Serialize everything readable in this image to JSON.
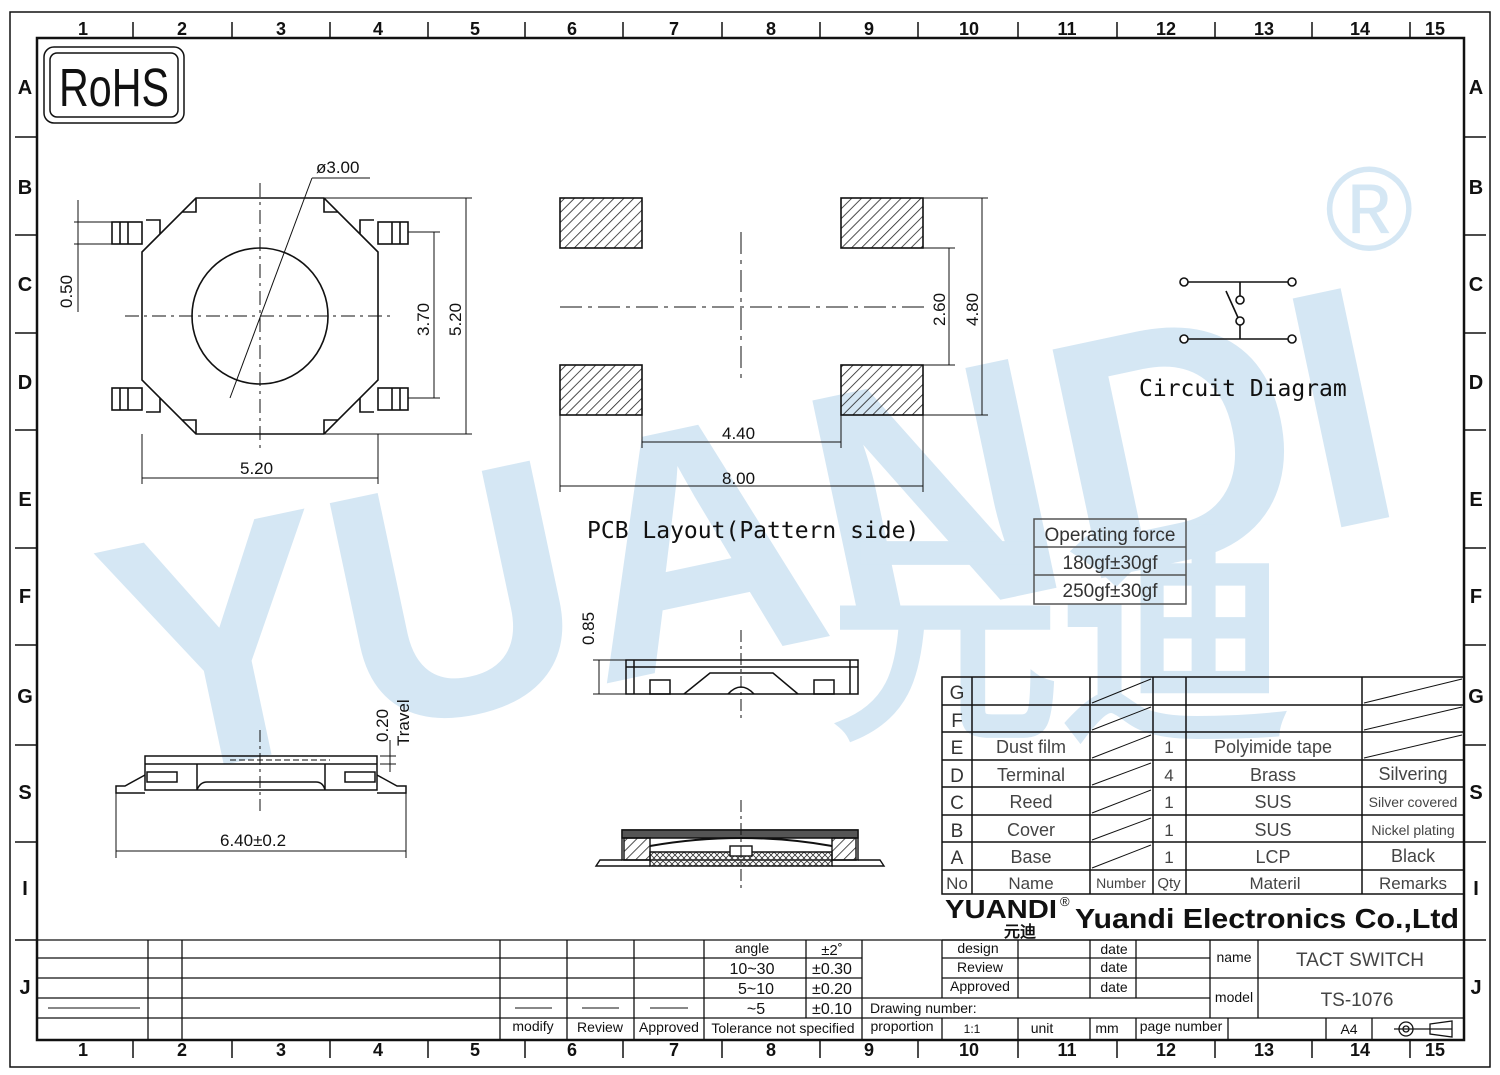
{
  "frame": {
    "columns": [
      "1",
      "2",
      "3",
      "4",
      "5",
      "6",
      "7",
      "8",
      "9",
      "10",
      "11",
      "12",
      "13",
      "14",
      "15"
    ],
    "rows": [
      "A",
      "B",
      "C",
      "D",
      "E",
      "F",
      "G",
      "S",
      "I",
      "J"
    ]
  },
  "rohs": "RoHS",
  "watermark": {
    "text": "YUANDI",
    "chinese": "元迪",
    "registered": "®"
  },
  "top_view": {
    "dia": "ø3.00",
    "pin_pitch": "0.50",
    "height_inner": "3.70",
    "height_outer": "5.20",
    "width": "5.20"
  },
  "pcb": {
    "inner_height": "2.60",
    "outer_height": "4.80",
    "inner_width": "4.40",
    "outer_width": "8.00",
    "caption": "PCB  Layout(Pattern  side)"
  },
  "circuit": {
    "caption": "Circuit  Diagram"
  },
  "force_table": {
    "header": "Operating force",
    "rows": [
      "180gf±30gf",
      "250gf±30gf"
    ]
  },
  "side_view": {
    "thickness": "0.85"
  },
  "travel_view": {
    "travel": "0.20",
    "travel_label": "Travel",
    "length": "6.40±0.2"
  },
  "bom": {
    "rows": [
      {
        "no": "G",
        "name": "",
        "number": "",
        "qty": "",
        "material": "",
        "remarks": ""
      },
      {
        "no": "F",
        "name": "",
        "number": "",
        "qty": "",
        "material": "",
        "remarks": ""
      },
      {
        "no": "E",
        "name": "Dust film",
        "number": "",
        "qty": "1",
        "material": "Polyimide tape",
        "remarks": ""
      },
      {
        "no": "D",
        "name": "Terminal",
        "number": "",
        "qty": "4",
        "material": "Brass",
        "remarks": "Silvering"
      },
      {
        "no": "C",
        "name": "Reed",
        "number": "",
        "qty": "1",
        "material": "SUS",
        "remarks": "Silver covered"
      },
      {
        "no": "B",
        "name": "Cover",
        "number": "",
        "qty": "1",
        "material": "SUS",
        "remarks": "Nickel plating"
      },
      {
        "no": "A",
        "name": "Base",
        "number": "",
        "qty": "1",
        "material": "LCP",
        "remarks": "Black"
      }
    ],
    "header": {
      "no": "No",
      "name": "Name",
      "number": "Number",
      "qty": "Qty",
      "material": "Materil",
      "remarks": "Remarks"
    }
  },
  "company": {
    "logo": "YUANDI",
    "logo_cn": "元迪",
    "reg": "®",
    "name": "Yuandi Electronics Co.,Ltd"
  },
  "tolerance": {
    "rows": [
      {
        "range": "angle",
        "tol": "±2˚"
      },
      {
        "range": "10~30",
        "tol": "±0.30"
      },
      {
        "range": "5~10",
        "tol": "±0.20"
      },
      {
        "range": "~5",
        "tol": "±0.10"
      }
    ],
    "label": "Tolerance not specified"
  },
  "revision": {
    "modify": "modify",
    "review": "Review",
    "approved": "Approved"
  },
  "sign": {
    "design": "design",
    "review": "Review",
    "approved": "Approved",
    "date": "date",
    "drawing_number": "Drawing number:",
    "proportion": "proportion",
    "scale": "1:1",
    "unit": "unit",
    "unit_value": "mm",
    "page_number": "page number",
    "sheet_size": "A4"
  },
  "title_block": {
    "name_label": "name",
    "name_value": "TACT SWITCH",
    "model_label": "model",
    "model_value": "TS-1076"
  },
  "colors": {
    "line": "#111111",
    "watermark": "#b3d4ec",
    "watermark_green": "#c9e8c9"
  }
}
